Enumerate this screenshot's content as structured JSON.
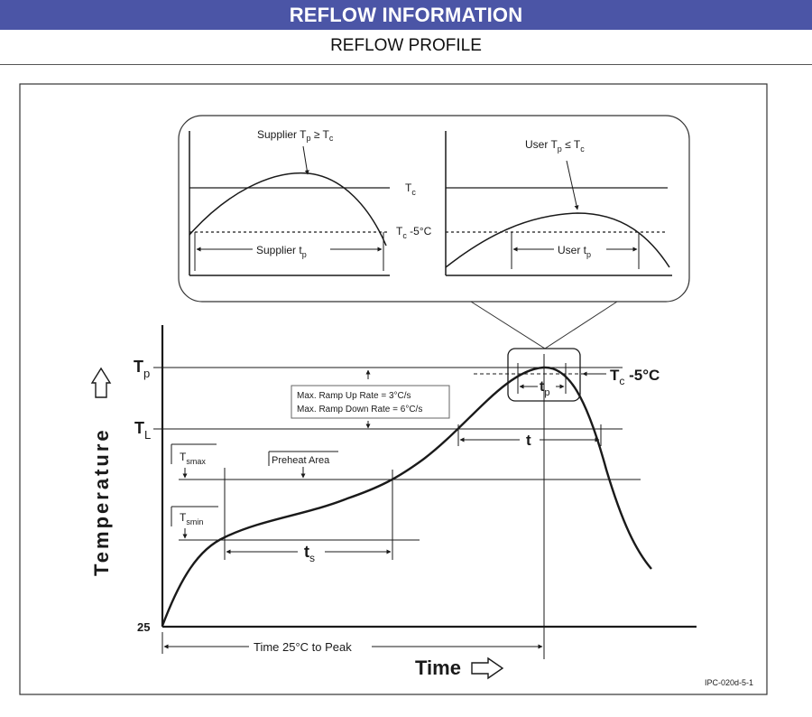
{
  "header": {
    "title": "REFLOW INFORMATION",
    "subtitle": "REFLOW PROFILE"
  },
  "diagram": {
    "inset_left": {
      "annotation_prefix": "Supplier T",
      "annotation_sub1": "p",
      "annotation_rel": " ≥ T",
      "annotation_sub2": "c",
      "span_label": "Supplier t",
      "span_sub": "p"
    },
    "inset_right": {
      "annotation_prefix": "User T",
      "annotation_sub1": "p",
      "annotation_rel": " ≤ T",
      "annotation_sub2": "c",
      "span_label": "User t",
      "span_sub": "p"
    },
    "inset_mid": {
      "tc_label": "T",
      "tc_sub": "c",
      "tc5_label": "T",
      "tc5_sub": "c",
      "tc5_suffix": " -5°C"
    },
    "main": {
      "tp_label": "T",
      "tp_sub": "p",
      "tl_label": "T",
      "tl_sub": "L",
      "tsmax_label": "T",
      "tsmax_sub": "smax",
      "tsmin_label": "T",
      "tsmin_sub": "smin",
      "preheat_label": "Preheat Area",
      "ramp_up": "Max. Ramp Up Rate = 3°C/s",
      "ramp_down": "Max. Ramp Down Rate = 6°C/s",
      "tc5_label": "T",
      "tc5_sub": "c",
      "tc5_suffix": " -5°C",
      "tp_span_label": "t",
      "tp_span_sub": "p",
      "t_label": "t",
      "ts_label": "t",
      "ts_sub": "s",
      "start_value": "25",
      "time_to_peak": "Time 25°C to Peak",
      "y_axis_label": "Temperature",
      "x_axis_label": "Time",
      "figure_id": "IPC-020d-5-1"
    }
  }
}
